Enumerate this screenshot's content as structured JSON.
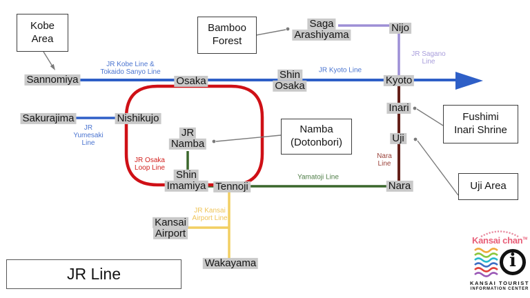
{
  "legend": {
    "title": "JR Line"
  },
  "colors": {
    "blue": "#2e5fc7",
    "blue_label": "#4a74d0",
    "red": "#cf1016",
    "red_label": "#d2201d",
    "purple": "#9d8fd6",
    "purple_label": "#a89ddb",
    "green": "#3a672c",
    "green_label": "#4e7d46",
    "maroon": "#64201a",
    "maroon_label": "#9a4038",
    "yellow": "#f2cf62",
    "yellow_label": "#efc458",
    "station_bg": "#c9c9c9",
    "connector": "#7a7a7a",
    "logo_waves": [
      "#f0a93c",
      "#8cc63f",
      "#29b8ce",
      "#3f6fc4",
      "#e0413c",
      "#9b59b6"
    ]
  },
  "stations": {
    "sannomiya": [
      "Sannomiya"
    ],
    "osaka": [
      "Osaka"
    ],
    "shin_osaka": [
      "Shin",
      "Osaka"
    ],
    "kyoto": [
      "Kyoto"
    ],
    "nijo": [
      "Nijo"
    ],
    "saga_arashiyama": [
      "Saga",
      "Arashiyama"
    ],
    "sakurajima": [
      "Sakurajima"
    ],
    "nishikujo": [
      "Nishikujo"
    ],
    "jr_namba": [
      "JR",
      "Namba"
    ],
    "shin_imamiya": [
      "Shin",
      "Imamiya"
    ],
    "tennoji": [
      "Tennoji"
    ],
    "inari": [
      "Inari"
    ],
    "uji": [
      "Uji"
    ],
    "nara": [
      "Nara"
    ],
    "kansai_airport": [
      "Kansai",
      "Airport"
    ],
    "wakayama": [
      "Wakayama"
    ]
  },
  "line_labels": {
    "kobe_tokaido": "JR Kobe Line &\nTokaido Sanyo Line",
    "kyoto_line": "JR Kyoto Line",
    "sagano": "JR Sagano\nLine",
    "yumesaki": "JR\nYumesaki\nLine",
    "osaka_loop": "JR Osaka\nLoop Line",
    "yamatoji": "Yamatoji Line",
    "nara_line": "Nara\nLine",
    "kansai_airport_line": "JR Kansai\nAirport Line"
  },
  "callouts": {
    "kobe_area": "Kobe\nArea",
    "bamboo_forest": "Bamboo\nForest",
    "namba_dotonbori": "Namba\n(Dotonbori)",
    "fushimi_inari": "Fushimi\nInari Shrine",
    "uji_area": "Uji Area"
  },
  "logo": {
    "brand": "Kansai chan",
    "tm": "TM",
    "info_glyph": "i",
    "org1": "KANSAI TOURIST",
    "org2": "INFORMATION CENTER",
    "brand_color": "#e85f78"
  }
}
